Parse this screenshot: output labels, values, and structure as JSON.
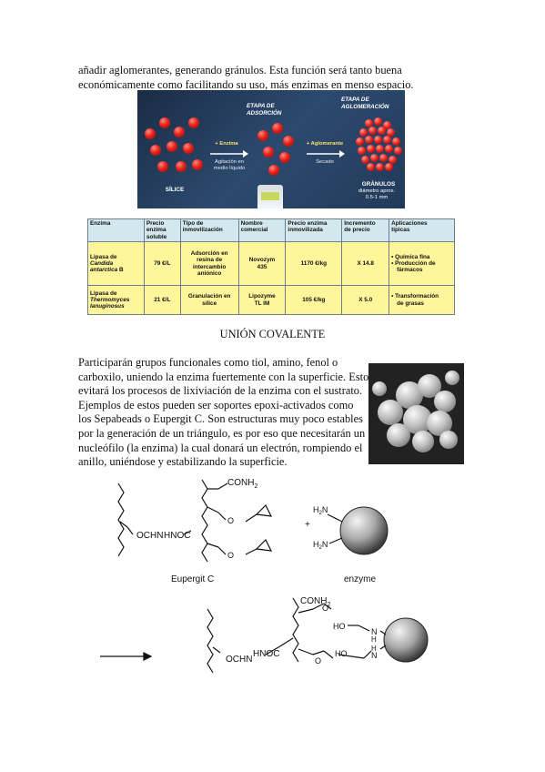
{
  "intro_lines": [
    "añadir aglomerantes, generando gránulos. Esta función será tanto buena",
    "económicamente como facilitando su uso, más enzimas en menso espacio."
  ],
  "diagram": {
    "stage1": [
      "ETAPA DE",
      "ADSORCIÓN"
    ],
    "stage2": [
      "ETAPA DE",
      "AGLOMERACIÓN"
    ],
    "plus_enzyme": "+ Enzima",
    "agitation": [
      "Agitación en",
      "medio líquido"
    ],
    "silica": "SÍLICE",
    "plus_binder": "+ Aglomerante",
    "drying": "Secado",
    "granules": "GRÁNULOS",
    "diameter": [
      "diámetro aprox.",
      "0.5-1 mm"
    ]
  },
  "table": {
    "headers": [
      [
        "Enzima"
      ],
      [
        "Precio",
        "enzima",
        "soluble"
      ],
      [
        "Tipo de",
        "inmovilización"
      ],
      [
        "Nombre",
        "comercial"
      ],
      [
        "Precio enzima",
        "inmovilizada"
      ],
      [
        "Incremento",
        "de precio"
      ],
      [
        "Aplicaciones",
        "típicas"
      ]
    ],
    "rows": [
      {
        "enzyme_prefix": "Lipasa de",
        "enzyme_species": [
          "Candida",
          "antarctica"
        ],
        "enzyme_suffix": "B",
        "price": "79 €/L",
        "type": [
          "Adsorción en",
          "resina de",
          "intercambio",
          "aniónico"
        ],
        "name": [
          "Novozym",
          "435"
        ],
        "immob_price": "1170 €/kg",
        "increase": "X 14.8",
        "applications": [
          "• Química fina",
          "• Producción de",
          "fármacos"
        ]
      },
      {
        "enzyme_prefix": "Lipasa de",
        "enzyme_species": [
          "Thermomyces",
          "lanuginosus"
        ],
        "enzyme_suffix": "",
        "price": "21 €/L",
        "type": [
          "Granulación en",
          "sílice"
        ],
        "name": [
          "Lipozyme",
          "TL IM"
        ],
        "immob_price": "105 €/kg",
        "increase": "X 5.0",
        "applications": [
          "• Transformación",
          "de grasas"
        ]
      }
    ]
  },
  "section_heading": "UNIÓN COVALENTE",
  "covalent_lines": [
    "Participarán grupos funcionales como tiol, amino, fenol o",
    "carboxilo, uniendo la enzima fuertemente con la superficie. Esto",
    "evitará los procesos de lixiviación de la enzima con el sustrato.",
    "Ejemplos de estos pueden ser soportes epoxi-activados como",
    "los Sepabeads o Eupergit C. Son estructuras muy poco estables",
    "por la generación de un triángulo, es por eso que necesitarán un",
    "nucleófilo (la enzima) la cual donará un electrón, rompiendo el",
    "anillo, uniéndose y estabilizando la superficie."
  ],
  "chem": {
    "conh2": "CONH",
    "sub2": "2",
    "ochn": "OCHN",
    "hnoc": "HNOC",
    "o": "O",
    "plus": "+",
    "h2n": "H",
    "n": "N",
    "eupergit": "Eupergit C",
    "enzyme": "enzyme",
    "ho": "HO",
    "h": "H"
  }
}
